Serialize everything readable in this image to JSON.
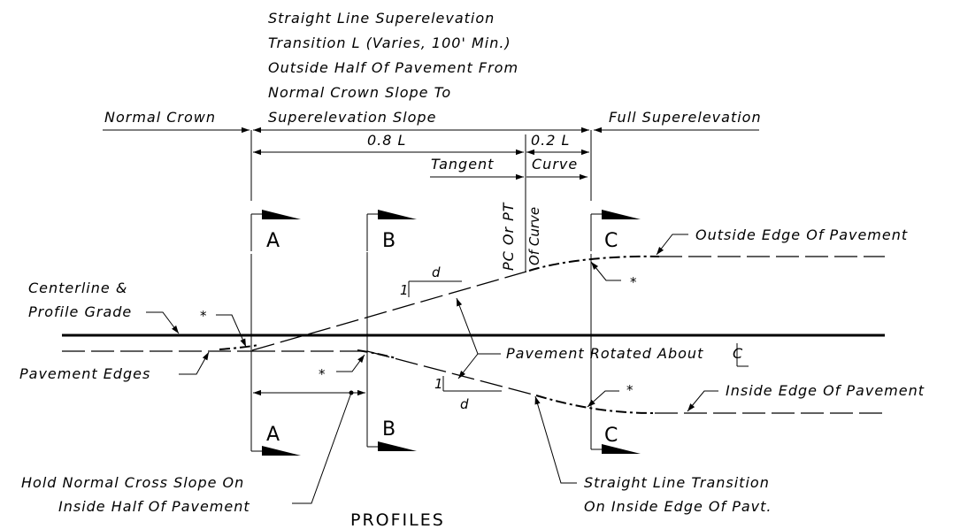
{
  "labels": {
    "transition_note": [
      "Straight Line Superelevation",
      "Transition L (Varies, 100' Min.)",
      "Outside Half Of Pavement From",
      "Normal Crown Slope To",
      "Superelevation Slope"
    ],
    "normal_crown": "Normal Crown",
    "full_superelevation": "Full Superelevation",
    "dim_08L": "0.8 L",
    "dim_02L": "0.2 L",
    "tangent": "Tangent",
    "curve": "Curve",
    "pc_pt": "PC Or PT",
    "of_curve": "Of Curve",
    "outside_edge": "Outside Edge Of Pavement",
    "inside_edge": "Inside Edge Of Pavement",
    "centerline_1": "Centerline &",
    "centerline_2": "Profile Grade",
    "pavement_edges": "Pavement Edges",
    "pavement_rotated": "Pavement Rotated About",
    "hold_normal_1": "Hold Normal Cross Slope On",
    "hold_normal_2": "Inside Half Of Pavement",
    "straight_line_1": "Straight Line Transition",
    "straight_line_2": "On Inside Edge Of Pavt.",
    "asterisk": "*",
    "slope_rise": "1",
    "slope_run": "d",
    "title": "PROFILES"
  },
  "sections": {
    "a": "A",
    "b": "B",
    "c": "C"
  }
}
